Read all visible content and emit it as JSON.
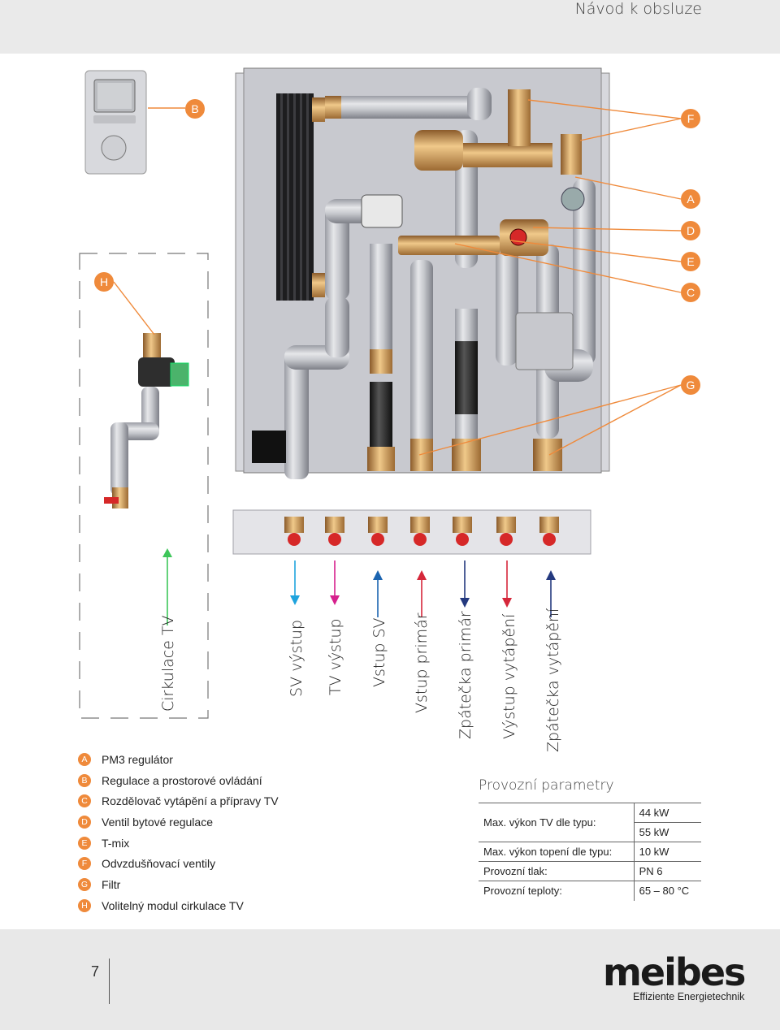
{
  "header": {
    "title": "Návod k obsluze"
  },
  "callouts": {
    "A": "A",
    "B": "B",
    "C": "C",
    "D": "D",
    "E": "E",
    "F": "F",
    "G": "G",
    "H": "H"
  },
  "labels": {
    "circulation": "Cirkulace TV",
    "outputs": [
      "SV výstup",
      "TV výstup",
      "Vstup SV",
      "Vstup primár",
      "Zpátečka primár",
      "Výstup vytápění",
      "Zpátečka vytápění"
    ]
  },
  "legend": [
    {
      "key": "A",
      "text": "PM3 regulátor"
    },
    {
      "key": "B",
      "text": "Regulace a prostorové ovládání"
    },
    {
      "key": "C",
      "text": "Rozdělovač vytápění a přípravy TV"
    },
    {
      "key": "D",
      "text": "Ventil bytové regulace"
    },
    {
      "key": "E",
      "text": "T-mix"
    },
    {
      "key": "F",
      "text": "Odvzdušňovací ventily"
    },
    {
      "key": "G",
      "text": "Filtr"
    },
    {
      "key": "H",
      "text": "Volitelný modul cirkulace TV"
    }
  ],
  "params": {
    "title": "Provozní parametry",
    "rows": [
      {
        "label": "Max. výkon TV dle typu:",
        "values": [
          "44 kW",
          "55 kW"
        ]
      },
      {
        "label": "Max. výkon topení dle typu:",
        "values": [
          "10 kW"
        ]
      },
      {
        "label": "Provozní tlak:",
        "values": [
          "PN 6"
        ]
      },
      {
        "label": "Provozní teploty:",
        "values": [
          "65 – 80 °C"
        ]
      }
    ]
  },
  "footer": {
    "page": "7",
    "brand": "meibes",
    "tagline": "Effiziente Energietechnik"
  },
  "colors": {
    "accent": "#ef8a3b",
    "arrow_cyan": "#1fa3dd",
    "arrow_magenta": "#d6208d",
    "arrow_blue": "#1b64b0",
    "arrow_red": "#d5273a",
    "arrow_navy": "#24397f",
    "arrow_green": "#3ec65a"
  }
}
